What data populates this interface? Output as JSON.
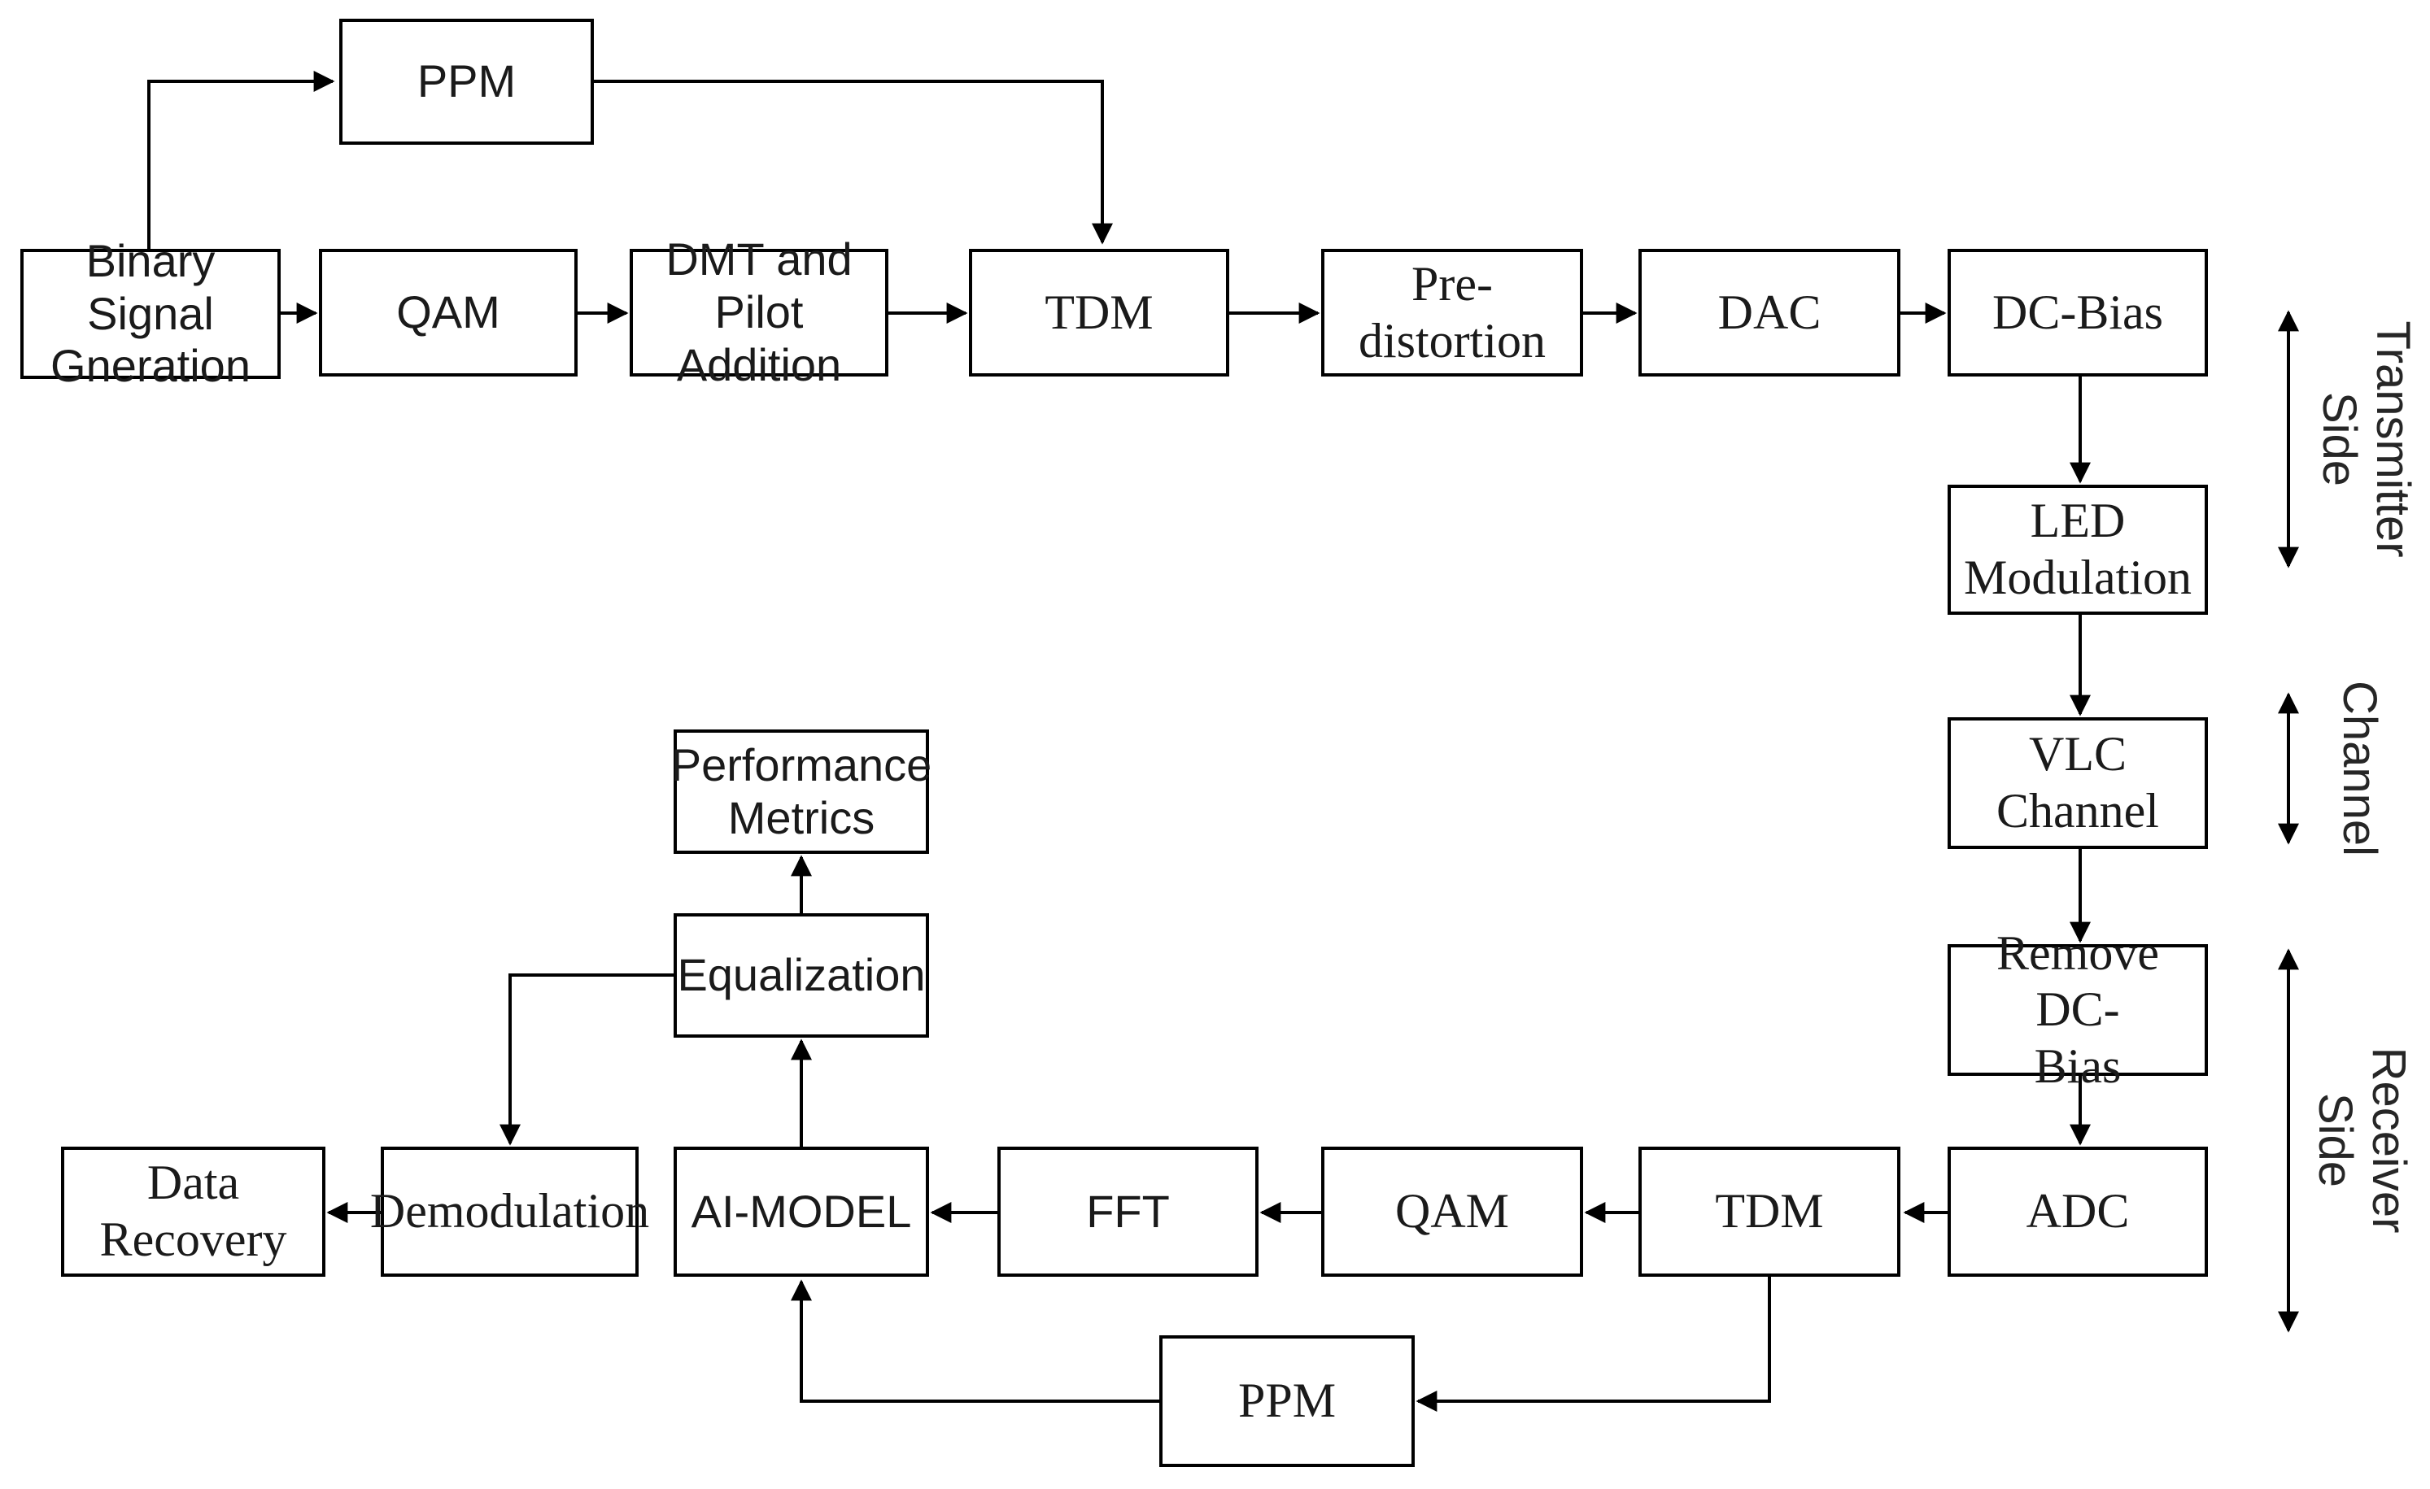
{
  "diagram": {
    "kind": "block-diagram",
    "colors": {
      "background": "#ffffff",
      "box_fill": "#ffffff",
      "box_border": "#000000",
      "line": "#000000",
      "text": "#1a1a1a"
    },
    "nodes": {
      "ppm_tx": {
        "label": "PPM"
      },
      "binary": {
        "label": "Binary Signal\nGneration"
      },
      "qam_tx": {
        "label": "QAM"
      },
      "dmt": {
        "label": "DMT and Pilot\nAddition"
      },
      "tdm_tx": {
        "label": "TDM"
      },
      "predistortion": {
        "label": "Pre-distortion"
      },
      "dac": {
        "label": "DAC"
      },
      "dc_bias": {
        "label": "DC-Bias"
      },
      "led_modulation": {
        "label": "LED\nModulation"
      },
      "vlc_channel": {
        "label": "VLC Channel"
      },
      "remove_dc_bias": {
        "label": "Remove DC-\nBias"
      },
      "adc": {
        "label": "ADC"
      },
      "tdm_rx": {
        "label": "TDM"
      },
      "qam_rx": {
        "label": "QAM"
      },
      "fft": {
        "label": "FFT"
      },
      "ai_model": {
        "label": "AI-MODEL"
      },
      "demodulation": {
        "label": "Demodulation"
      },
      "data_recovery": {
        "label": "Data Recovery"
      },
      "ppm_rx": {
        "label": "PPM"
      },
      "equalization": {
        "label": "Equalization"
      },
      "performance_metrics": {
        "label": "Performance\nMetrics"
      }
    },
    "side_labels": {
      "transmitter": {
        "label": "Transmitter\nSide"
      },
      "channel": {
        "label": "Channel"
      },
      "receiver": {
        "label": "Receiver\nSide"
      }
    }
  }
}
